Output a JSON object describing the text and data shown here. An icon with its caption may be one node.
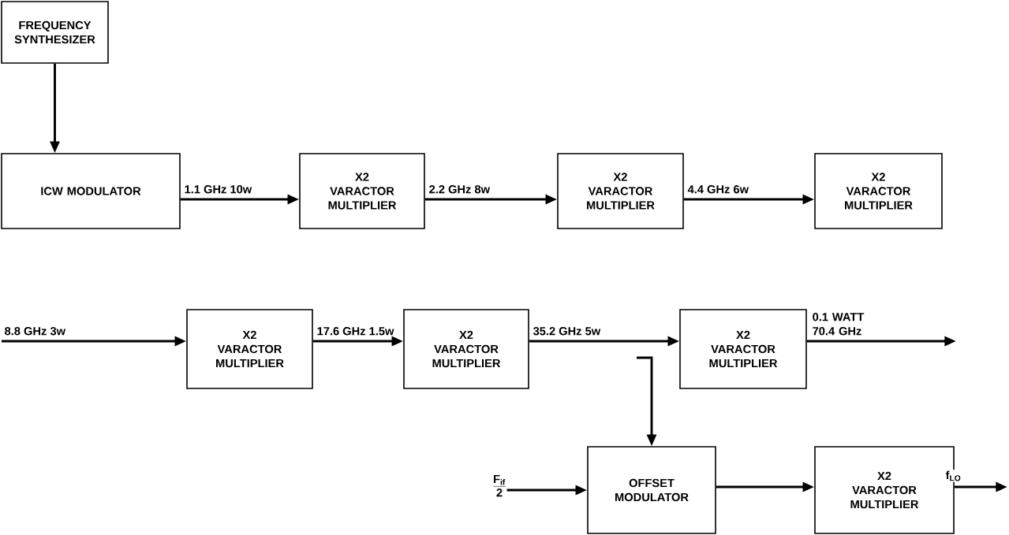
{
  "diagram": {
    "nodes": [
      {
        "text": [
          "FREQUENCY SYNTHESIZER"
        ]
      },
      {
        "text": [
          "ICW MODULATOR"
        ]
      },
      {
        "text": [
          "X2",
          "VARACTOR MULTIPLIER"
        ]
      },
      {
        "text": [
          "X2",
          "VARACTOR MULTIPLIER"
        ]
      },
      {
        "text": [
          "X2",
          "VARACTOR MULTIPLIER"
        ]
      },
      {
        "text": [
          "X2",
          "VARACTOR MULTIPLIER"
        ]
      },
      {
        "text": [
          "X2",
          "VARACTOR MULTIPLIER"
        ]
      },
      {
        "text": [
          "X2",
          "VARACTOR MULTIPLIER"
        ]
      },
      {
        "text": [
          "F$_{if}$",
          "2"
        ]
      },
      {
        "text": [
          "OFFSET MODULATOR"
        ]
      },
      {
        "text": [
          "X2",
          "VARACTOR MULTIPLIER"
        ]
      }
    ],
    "edges": [
      {
        "from": 0,
        "to": 1,
        "arrow": "to"
      },
      {
        "from": 1,
        "to": 2,
        "arrow": "to",
        "label": "1.1 GHz 10w"
      },
      {
        "from": 2,
        "to": 3,
        "arrow": "to",
        "label": "2.2 GHz 8w"
      },
      {
        "from": 3,
        "to": 4,
        "arrow": "to",
        "label": "4.4 GHz 6w"
      },
      {
        "from": null,
        "to": 5,
        "arrow": "to",
        "label": "8.8 GHz 3w"
      },
      {
        "from": 5,
        "to": 6,
        "arrow": "to",
        "label": "17.6 GHz 1.5w"
      },
      {
        "from": 6,
        "to": 7,
        "arrow": "to",
        "label": "35.2 GHz 5w"
      },
      {
        "from": 7,
        "to": null,
        "arrow": "to",
        "label": "0.1 WATT 70.4 GHz"
      },
      {
        "from": null,
        "to": 9,
        "arrow": "to"
      },
      {
        "from": 8,
        "to": 9,
        "arrow": "to"
      },
      {
        "from": 9,
        "to": 10,
        "arrow": "to"
      },
      {
        "from": 10,
        "to": null,
        "arrow": "to",
        "label": "f$_{LO}$"
      }
    ]
  }
}
